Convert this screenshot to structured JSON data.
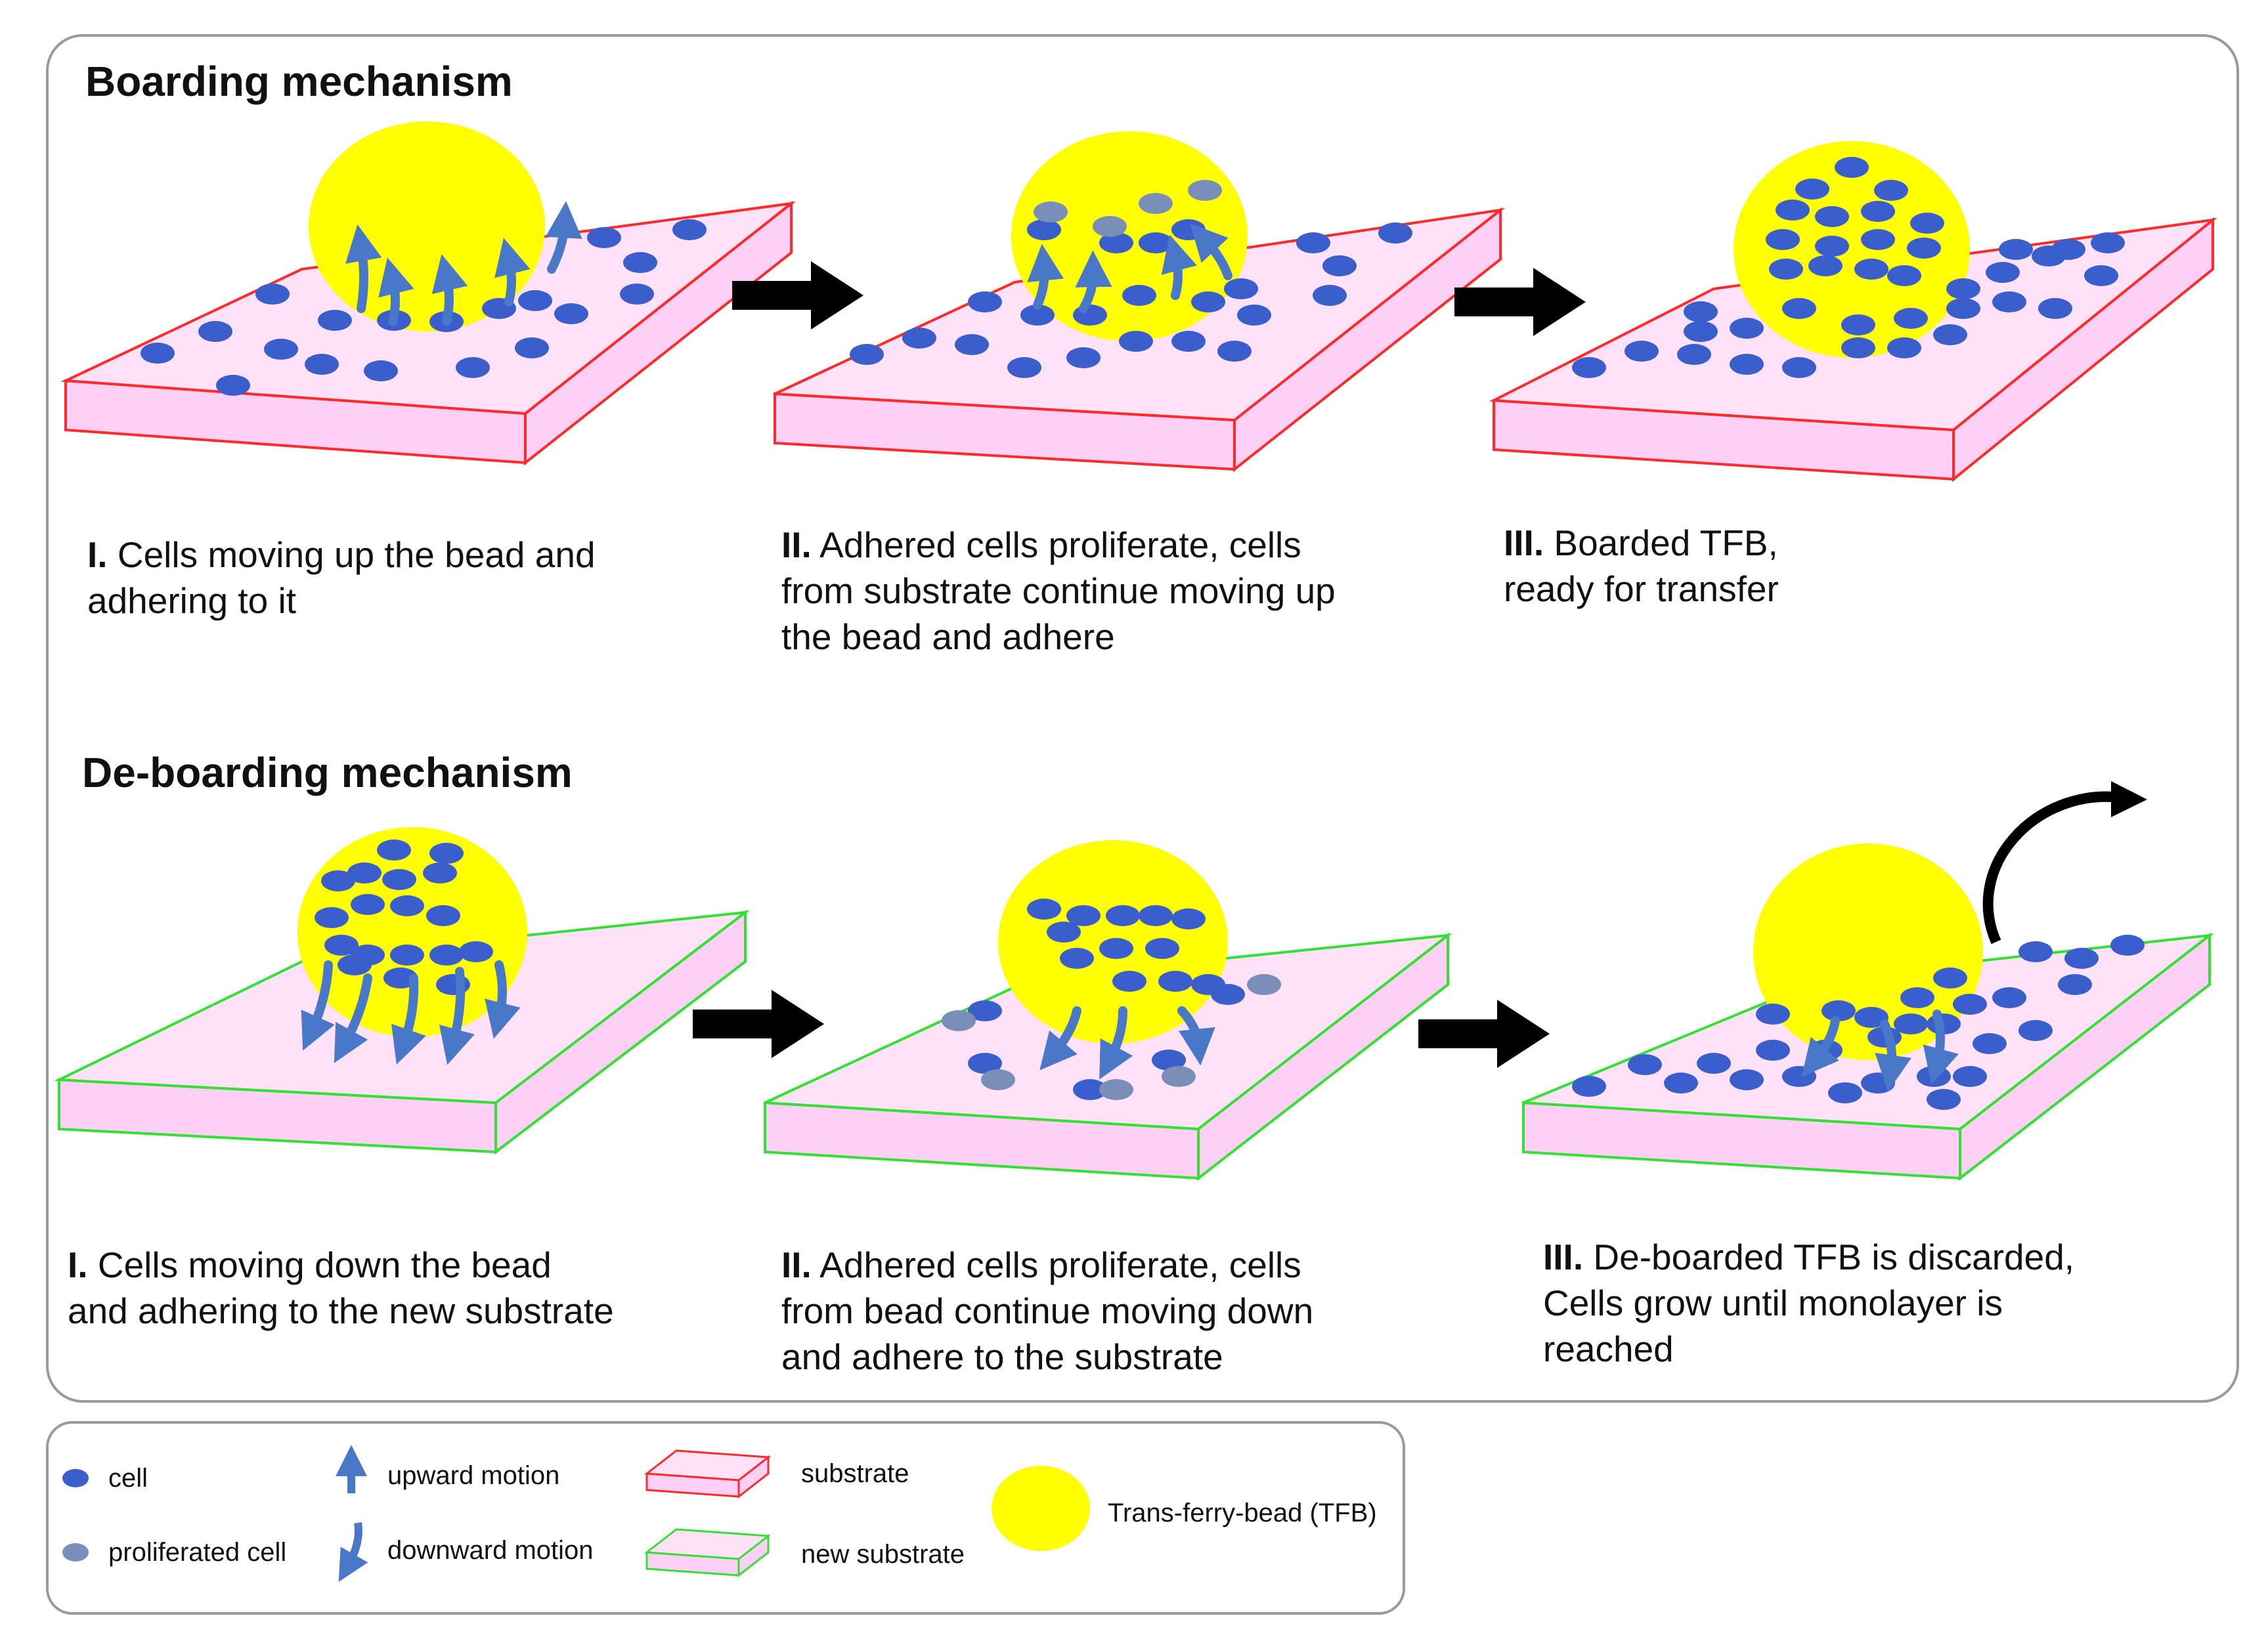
{
  "boarding": {
    "heading": "Boarding mechanism",
    "steps": [
      {
        "num": "I.",
        "line1": " Cells moving up the bead and",
        "line2": "adhering to it",
        "line3": ""
      },
      {
        "num": "II.",
        "line1": " Adhered cells proliferate, cells",
        "line2": "from substrate continue moving up",
        "line3": "the bead and adhere"
      },
      {
        "num": "III.",
        "line1": " Boarded TFB,",
        "line2": "ready for transfer",
        "line3": ""
      }
    ]
  },
  "deboarding": {
    "heading": "De-boarding mechanism",
    "steps": [
      {
        "num": "I.",
        "line1": " Cells moving down the bead",
        "line2": "and adhering to the new substrate",
        "line3": ""
      },
      {
        "num": "II.",
        "line1": " Adhered cells proliferate, cells",
        "line2": "from bead continue moving down",
        "line3": "and adhere to the substrate"
      },
      {
        "num": "III.",
        "line1": " De-boarded TFB is discarded,",
        "line2": "Cells grow until monolayer is",
        "line3": "reached"
      }
    ]
  },
  "legend": {
    "cell": "cell",
    "proliferated_cell": "proliferated cell",
    "upward_motion": "upward motion",
    "downward_motion": "downward motion",
    "substrate": "substrate",
    "new_substrate": "new substrate",
    "tfb": "Trans-ferry-bead (TFB)"
  },
  "colors": {
    "cell": "#3a5fcd",
    "proliferated_cell": "#7a8fb8",
    "bead": "#ffff00",
    "substrate_fill": "#ffd0f5",
    "substrate_edge": "#ff2a2a",
    "new_substrate_edge": "#33e033",
    "arrow": "#4a78c8",
    "step_arrow": "#000000"
  },
  "icons": [
    "cell-icon",
    "proliferated-cell-icon",
    "upward-arrow-icon",
    "downward-arrow-icon",
    "substrate-icon",
    "new-substrate-icon",
    "bead-icon",
    "process-arrow-icon",
    "discard-arrow-icon"
  ]
}
